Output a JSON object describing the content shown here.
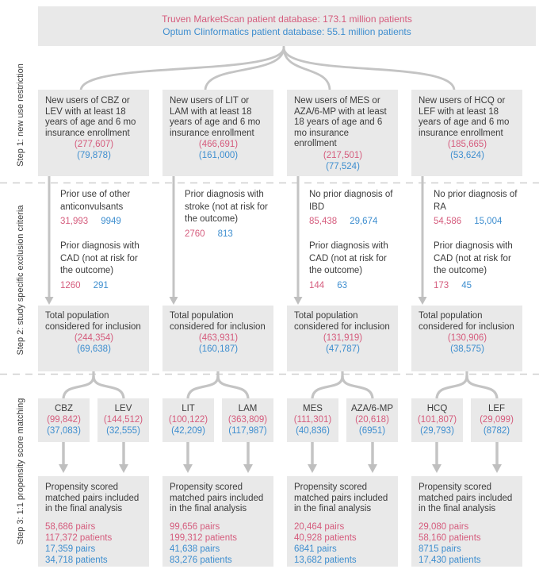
{
  "colors": {
    "marketscan_pink": "#d55c7d",
    "optum_blue": "#3e8ecf",
    "box_background": "#e9e9e9",
    "connector_gray": "#c4c4c4"
  },
  "header": {
    "line1": "Truven MarketScan patient database: 173.1 million patients",
    "line2": "Optum Clinformatics patient database: 55.1 million patients"
  },
  "steps": [
    {
      "label": "Step 1: new use restriction"
    },
    {
      "label": "Step 2: study specific exclusion criteria"
    },
    {
      "label": "Step 3: 1:1 propensity score matching"
    }
  ],
  "columns": [
    {
      "new_users": {
        "text": "New users of CBZ or LEV with at least 18 years of age and 6 mo insurance enrollment",
        "pink": "(277,607)",
        "blue": "(79,878)"
      },
      "exclusions": [
        {
          "text": "Prior use of other anticonvulsants",
          "pink": "31,993",
          "blue": "9949"
        },
        {
          "text": "Prior diagnosis with CAD (not at risk for the outcome)",
          "pink": "1260",
          "blue": "291"
        }
      ],
      "total": {
        "text": "Total population considered for inclusion",
        "pink": "(244,354)",
        "blue": "(69,638)"
      },
      "drugs": [
        {
          "name": "CBZ",
          "pink": "(99,842)",
          "blue": "(37,083)"
        },
        {
          "name": "LEV",
          "pink": "(144,512)",
          "blue": "(32,555)"
        }
      ],
      "matched": {
        "text": "Propensity scored matched pairs included in the final analysis",
        "pink_lines": [
          "58,686 pairs",
          "117,372 patients"
        ],
        "blue_lines": [
          "17,359 pairs",
          "34,718 patients"
        ]
      }
    },
    {
      "new_users": {
        "text": "New users of LIT or LAM with at least 18 years of age and 6 mo insurance enrollment",
        "pink": "(466,691)",
        "blue": "(161,000)"
      },
      "exclusions": [
        {
          "text": "Prior diagnosis with stroke (not at risk for the outcome)",
          "pink": "2760",
          "blue": "813"
        }
      ],
      "total": {
        "text": "Total population considered for inclusion",
        "pink": "(463,931)",
        "blue": "(160,187)"
      },
      "drugs": [
        {
          "name": "LIT",
          "pink": "(100,122)",
          "blue": "(42,209)"
        },
        {
          "name": "LAM",
          "pink": "(363,809)",
          "blue": "(117,987)"
        }
      ],
      "matched": {
        "text": "Propensity scored matched pairs included in the final analysis",
        "pink_lines": [
          "99,656 pairs",
          "199,312 patients"
        ],
        "blue_lines": [
          "41,638 pairs",
          "83,276 patients"
        ]
      }
    },
    {
      "new_users": {
        "text": "New users of  MES or AZA/6-MP with at least 18 years of age and 6 mo insurance enrollment",
        "pink": "(217,501)",
        "blue": "(77,524)"
      },
      "exclusions": [
        {
          "text": "No prior diagnosis of IBD",
          "pink": "85,438",
          "blue": "29,674"
        },
        {
          "text": "Prior diagnosis with CAD (not at risk for the outcome)",
          "pink": "144",
          "blue": "63"
        }
      ],
      "total": {
        "text": "Total population considered for inclusion",
        "pink": "(131,919)",
        "blue": "(47,787)"
      },
      "drugs": [
        {
          "name": "MES",
          "pink": "(111,301)",
          "blue": "(40,836)"
        },
        {
          "name": "AZA/6-MP",
          "pink": "(20,618)",
          "blue": "(6951)"
        }
      ],
      "matched": {
        "text": "Propensity scored matched pairs included in the final analysis",
        "pink_lines": [
          "20,464 pairs",
          "40,928 patients"
        ],
        "blue_lines": [
          "6841 pairs",
          "13,682 patients"
        ]
      }
    },
    {
      "new_users": {
        "text": "New users of HCQ or LEF with at least 18 years of age and 6 mo insurance enrollment",
        "pink": "(185,665)",
        "blue": "(53,624)"
      },
      "exclusions": [
        {
          "text": "No prior diagnosis of RA",
          "pink": "54,586",
          "blue": "15,004"
        },
        {
          "text": "Prior diagnosis with CAD (not at risk for the outcome)",
          "pink": "173",
          "blue": "45"
        }
      ],
      "total": {
        "text": "Total population considered for inclusion",
        "pink": "(130,906)",
        "blue": "(38,575)"
      },
      "drugs": [
        {
          "name": "HCQ",
          "pink": "(101,807)",
          "blue": "(29,793)"
        },
        {
          "name": "LEF",
          "pink": "(29,099)",
          "blue": "(8782)"
        }
      ],
      "matched": {
        "text": "Propensity scored matched pairs included in the final analysis",
        "pink_lines": [
          "29,080 pairs",
          "58,160 patients"
        ],
        "blue_lines": [
          "8715 pairs",
          "17,430 patients"
        ]
      }
    }
  ]
}
